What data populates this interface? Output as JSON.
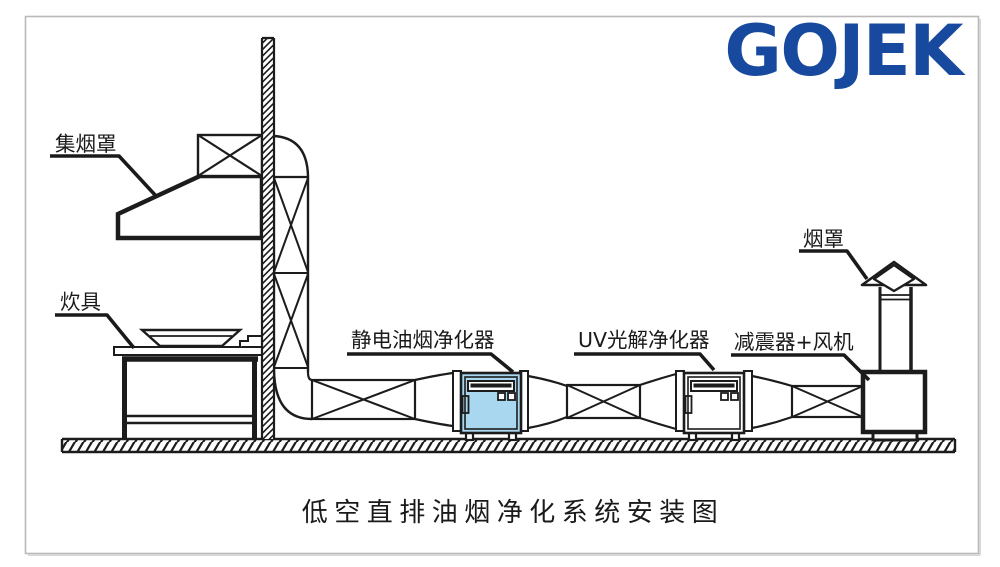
{
  "logo": {
    "text": "GOJEK",
    "color": "#17499E"
  },
  "title": "低空直排油烟净化系统安装图",
  "labels": {
    "collect_hood": "集烟罩",
    "cooker": "炊具",
    "esp_purifier": "静电油烟净化器",
    "uv_purifier": "UV光解净化器",
    "fan": "减震器+风机",
    "rain_cap": "烟罩"
  },
  "colors": {
    "line": "#1c1c1c",
    "purifier_blue": "#A8D7EF",
    "frame_gray": "#b9b9b9",
    "logo_blue": "#17499E"
  }
}
